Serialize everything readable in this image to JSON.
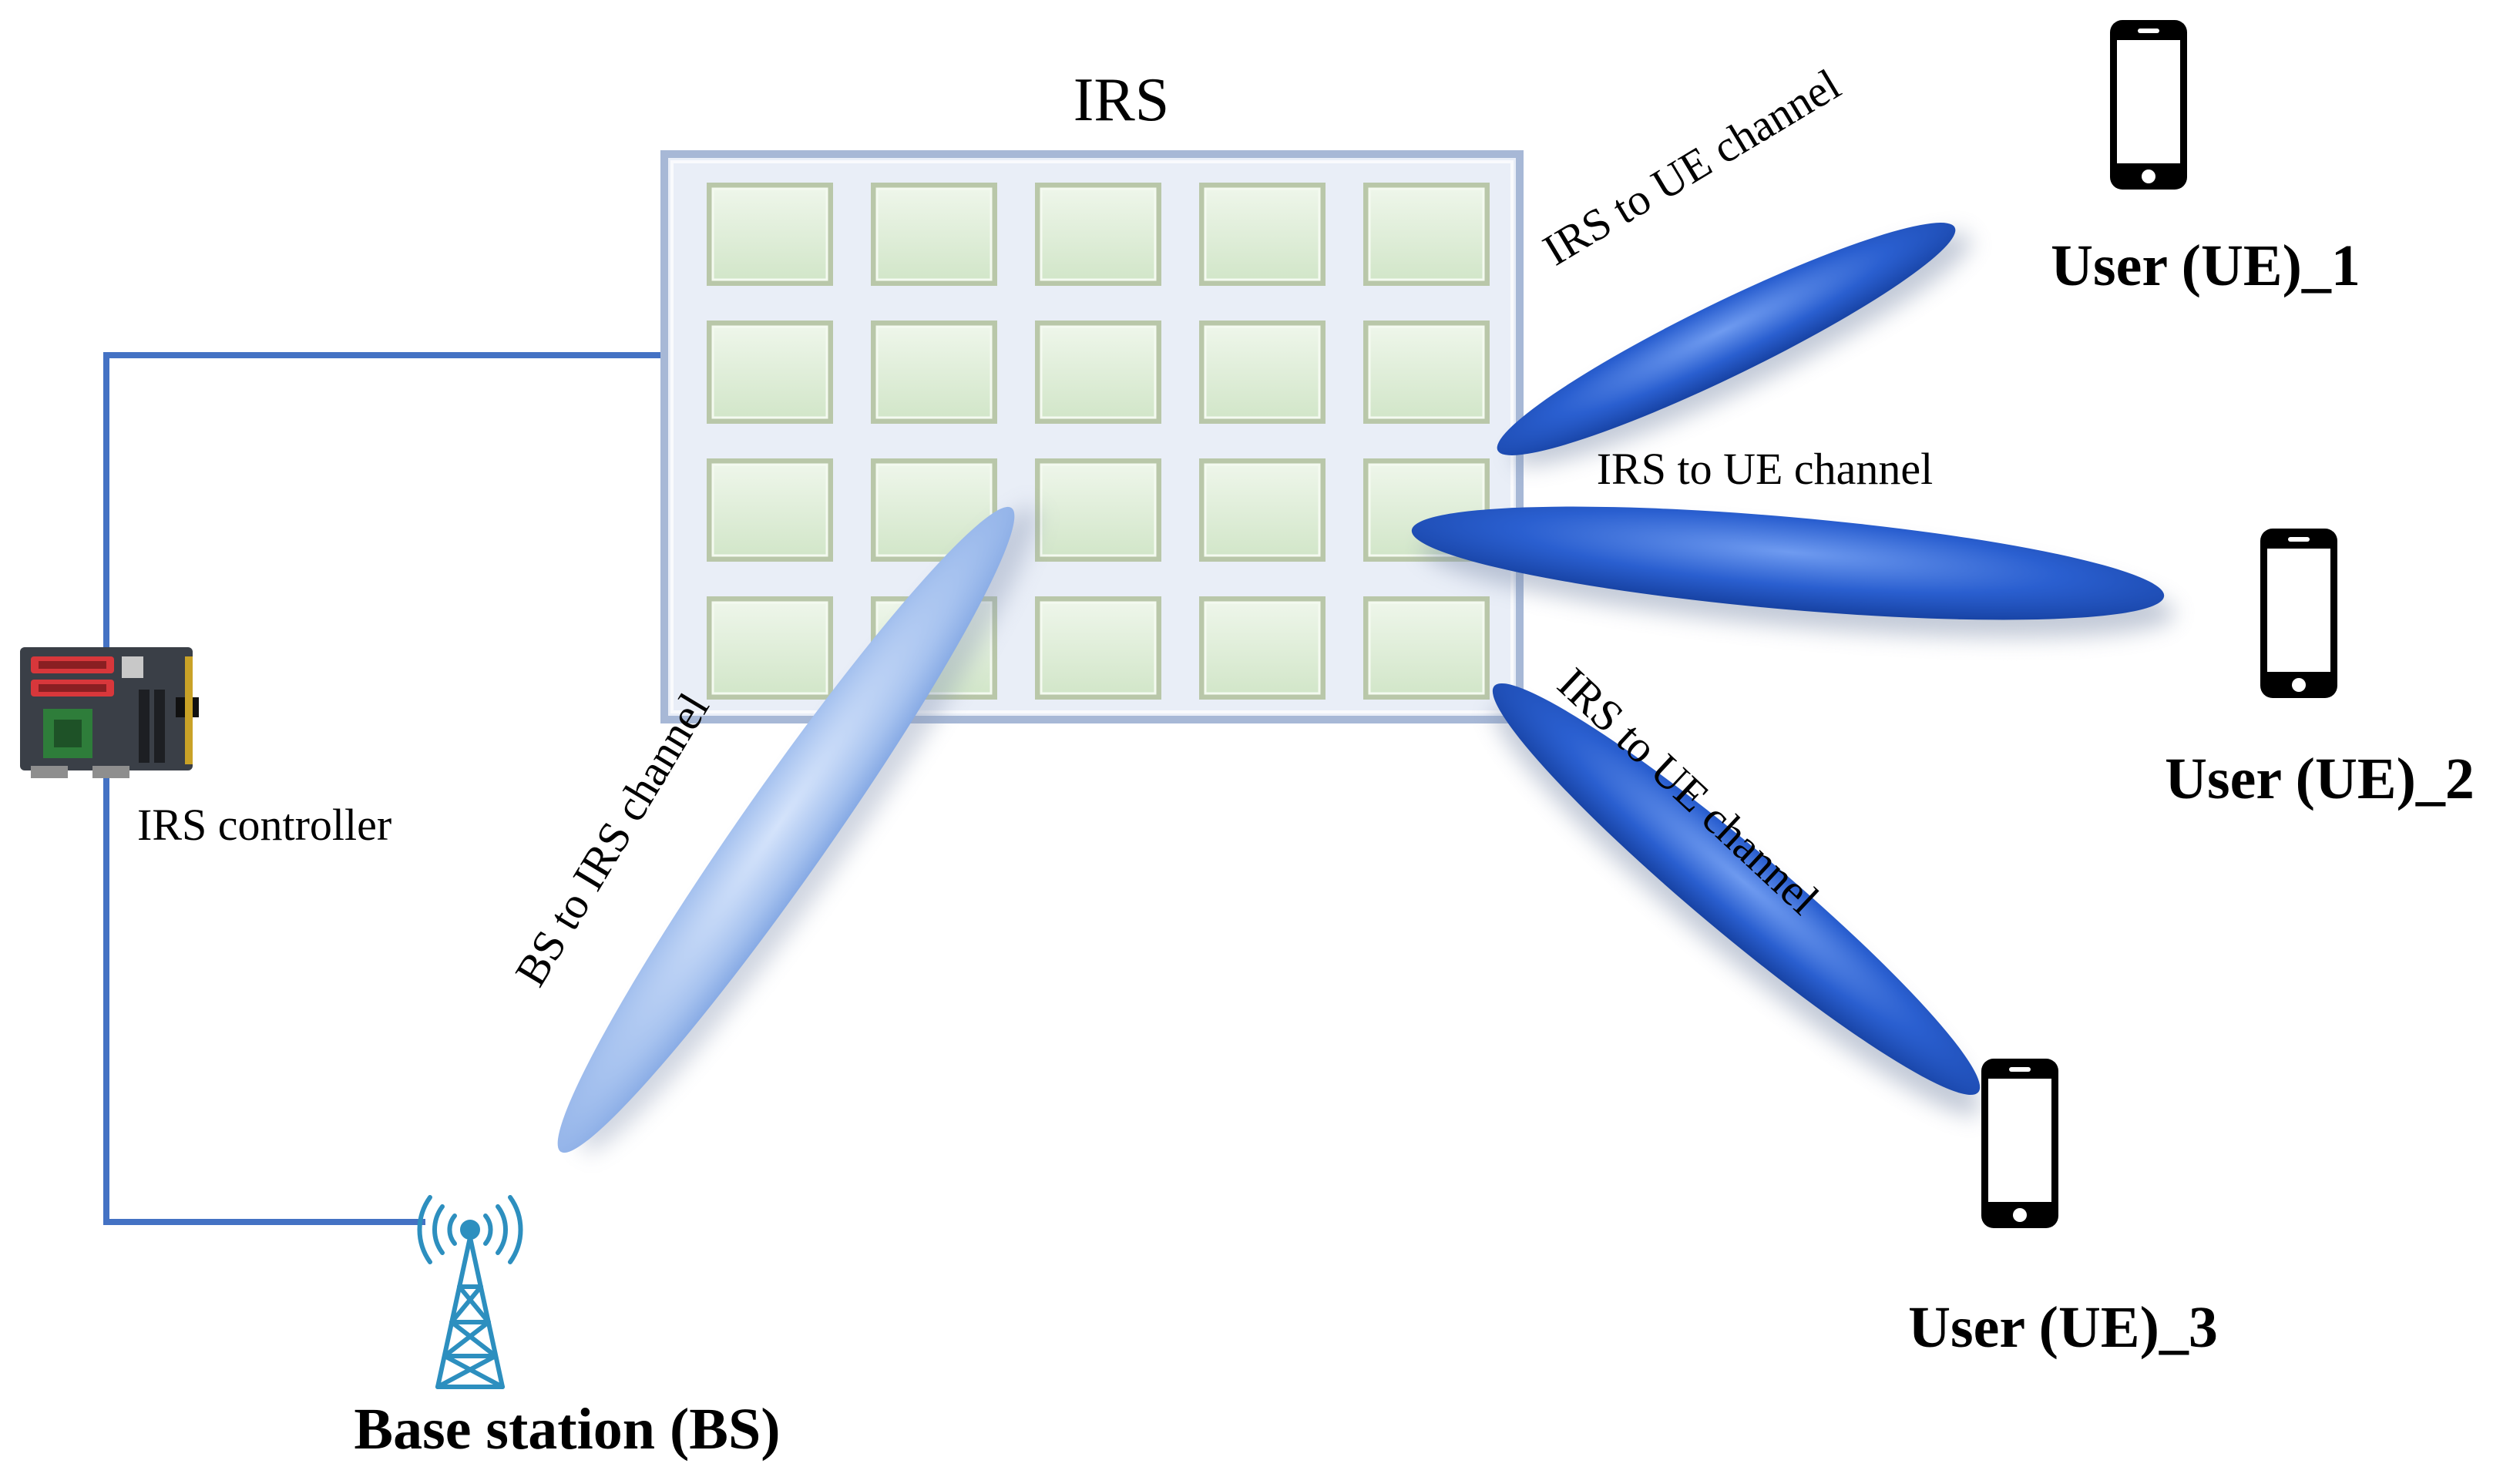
{
  "irs": {
    "title": "IRS",
    "rows": 4,
    "cols": 5
  },
  "controller": {
    "label": "IRS controller"
  },
  "base_station": {
    "label": "Base station (BS)"
  },
  "channels": {
    "bs_to_irs": "BS to IRS channel",
    "irs_to_ue_1": "IRS to UE channel",
    "irs_to_ue_2": "IRS to UE channel",
    "irs_to_ue_3": "IRS to UE channel"
  },
  "users": [
    {
      "label": "User (UE)_1"
    },
    {
      "label": "User (UE)_2"
    },
    {
      "label": "User (UE)_3"
    }
  ],
  "colors": {
    "wire": "#4472c4",
    "beam_dark": "#1f4fc0",
    "beam_light": "#a9c4f0",
    "irs_frame": "#e9eef7",
    "irs_border": "#a7b8d6",
    "irs_element": "#d7ead0",
    "tower": "#2d8fbf"
  }
}
